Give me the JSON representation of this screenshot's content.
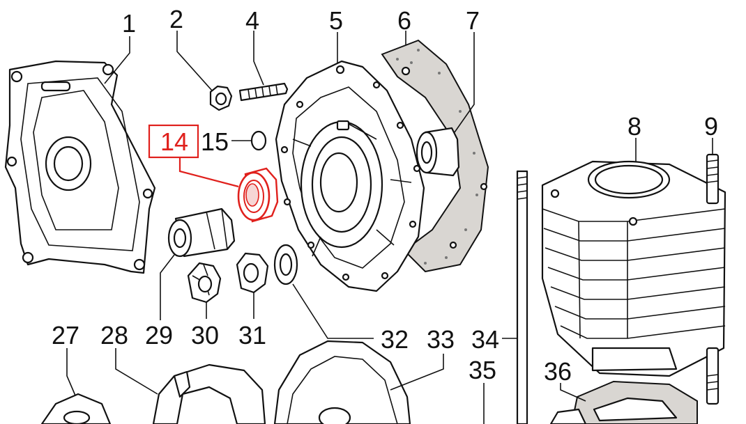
{
  "diagram": {
    "highlight_color": "#e0201c",
    "highlighted_callout": "14",
    "callouts": [
      "1",
      "2",
      "4",
      "5",
      "6",
      "7",
      "8",
      "9",
      "14",
      "15",
      "27",
      "28",
      "29",
      "30",
      "31",
      "32",
      "33",
      "34",
      "35",
      "36"
    ]
  }
}
